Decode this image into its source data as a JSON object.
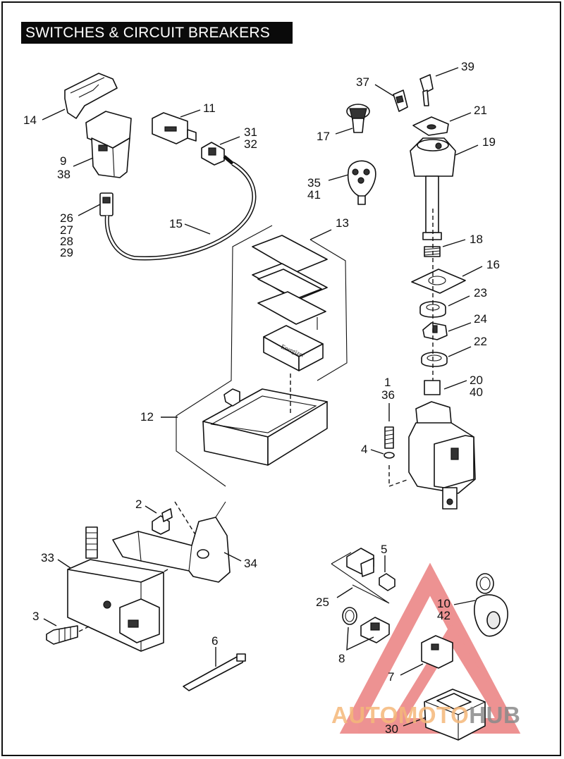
{
  "title": "SWITCHES & CIRCUIT BREAKERS",
  "callouts": {
    "c1": "1",
    "c36": "36",
    "c2": "2",
    "c3": "3",
    "c4": "4",
    "c5": "5",
    "c6": "6",
    "c7": "7",
    "c8": "8",
    "c9": "9",
    "c38": "38",
    "c10": "10",
    "c42": "42",
    "c11": "11",
    "c12": "12",
    "c13": "13",
    "c14": "14",
    "c15": "15",
    "c16": "16",
    "c17": "17",
    "c18": "18",
    "c19": "19",
    "c20": "20",
    "c40": "40",
    "c21": "21",
    "c22": "22",
    "c23": "23",
    "c24": "24",
    "c25": "25",
    "c26": "26",
    "c27": "27",
    "c28": "28",
    "c29": "29",
    "c30": "30",
    "c31": "31",
    "c32": "32",
    "c33": "33",
    "c34": "34",
    "c35": "35",
    "c41": "41",
    "c37": "37",
    "c39": "39"
  },
  "watermark": {
    "part1": "AUTOMOTO",
    "part2": "HUB",
    "color_triangle": "#e03a3a",
    "color_text_orange": "#f5a04a",
    "color_text_gray": "#8a8a8a"
  }
}
